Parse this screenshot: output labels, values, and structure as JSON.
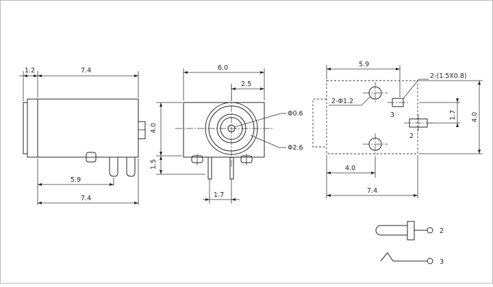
{
  "side_view": {
    "dim_front": "1.2",
    "dim_body": "7.4",
    "dim_pin_span": "5.9",
    "dim_total": "7.4"
  },
  "front_view": {
    "dim_width": "6.0",
    "dim_center_offset": "2.5",
    "dim_height": "4.0",
    "dim_base": "1.5",
    "dim_pin_pitch": "1.7",
    "label_pin_dia": "Φ0.6",
    "label_hole_dia": "Φ2.6"
  },
  "footprint": {
    "dim_top": "5.9",
    "label_slots": "2-(1.5X0.8)",
    "label_holes": "2-Φ1.2",
    "pin_3": "3",
    "pin_2": "2",
    "dim_slot_spacing": "1.7",
    "dim_height": "4.0",
    "dim_hole_offset": "4.0",
    "dim_total": "7.4"
  },
  "legend": {
    "pin_2": "2",
    "pin_3": "3"
  }
}
